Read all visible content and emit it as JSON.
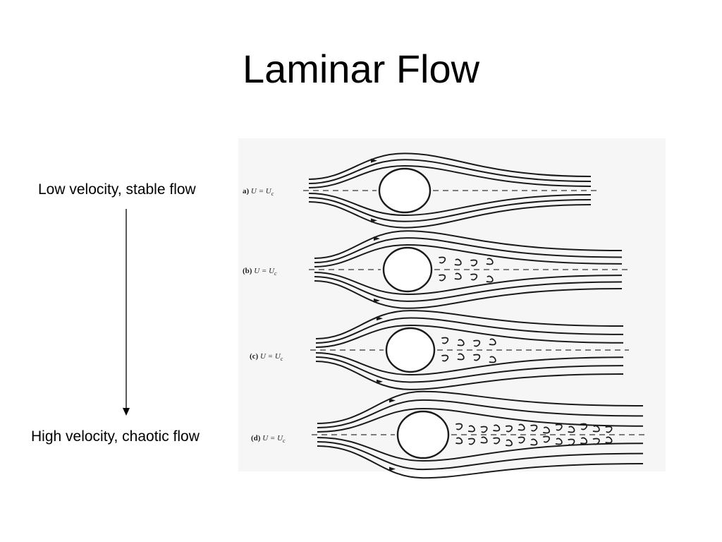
{
  "slide": {
    "title": "Laminar Flow"
  },
  "annotations": {
    "top_label": "Low velocity, stable flow",
    "bottom_label": "High velocity, chaotic flow"
  },
  "figure": {
    "cases": [
      {
        "tag": "a)",
        "expression": "U = U",
        "subscript": "c"
      },
      {
        "tag": "(b)",
        "expression": "U = U",
        "subscript": "c"
      },
      {
        "tag": "(c)",
        "expression": "U = U",
        "subscript": "c"
      },
      {
        "tag": "(d)",
        "expression": "U = U",
        "subscript": "c"
      }
    ]
  },
  "icons": {
    "direction_arrow": "down-arrow-icon"
  }
}
